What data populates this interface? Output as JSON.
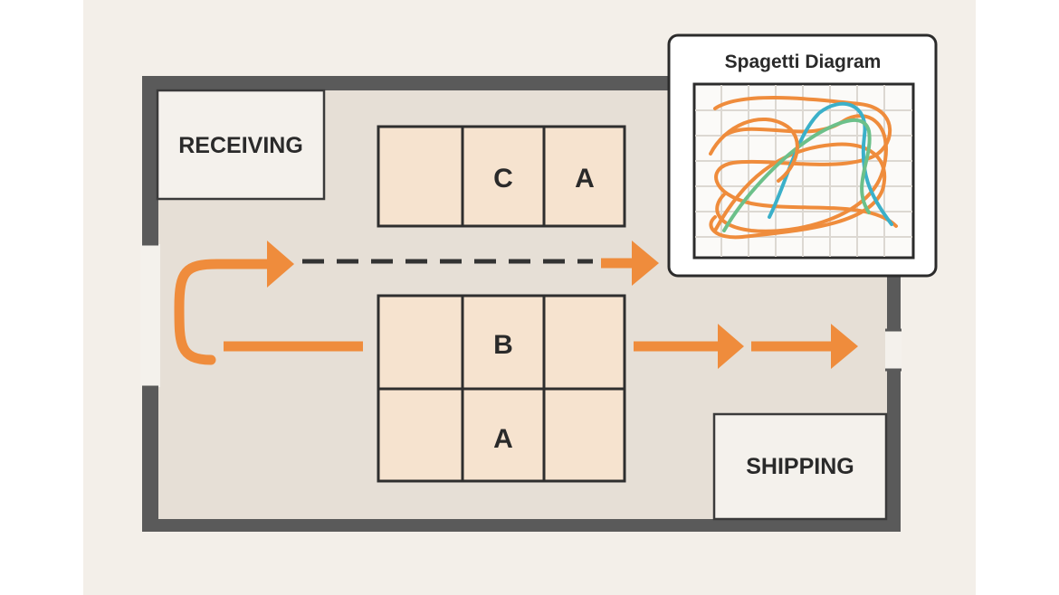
{
  "diagram": {
    "areas": {
      "receiving": "RECEIVING",
      "shipping": "SHIPPING"
    },
    "upper_rack": [
      "",
      "C",
      "A"
    ],
    "lower_rack": {
      "top": [
        "",
        "B",
        ""
      ],
      "bottom": [
        "",
        "A",
        ""
      ]
    },
    "inset": {
      "title": "Spagetti Diagram"
    },
    "colors": {
      "wall": "#4a4a4a",
      "floor": "#e6dfd6",
      "area_fill": "#f4f1ec",
      "bin_fill": "#f6e3cf",
      "arrow": "#ef8c3c",
      "dashed_path": "#333333",
      "line_orange": "#ef8c3c",
      "line_teal": "#3bb0c9",
      "line_green": "#6cc08a"
    }
  }
}
